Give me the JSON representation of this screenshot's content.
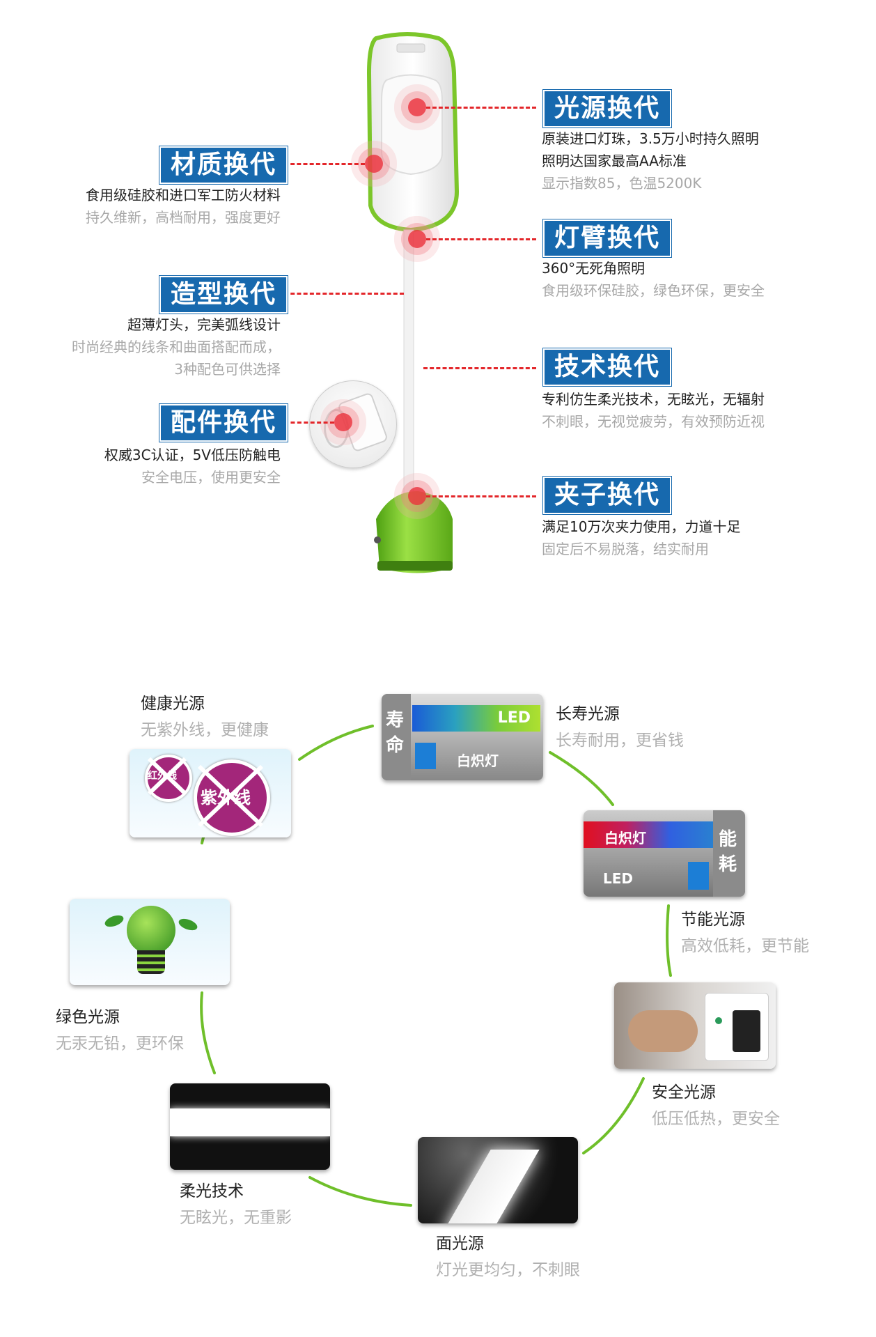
{
  "features": [
    {
      "title": "光源换代",
      "line1": "原装进口灯珠，3.5万小时持久照明",
      "line2": "照明达国家最高AA标准",
      "line3": "显示指数85，色温5200K"
    },
    {
      "title": "材质换代",
      "line1": "食用级硅胶和进口军工防火材料",
      "line2": "持久维新，高档耐用，强度更好"
    },
    {
      "title": "灯臂换代",
      "line1": "360°无死角照明",
      "line2": "食用级环保硅胶，绿色环保，更安全"
    },
    {
      "title": "造型换代",
      "line1": "超薄灯头，完美弧线设计",
      "line2": "时尚经典的线条和曲面搭配而成，",
      "line3": "3种配色可供选择"
    },
    {
      "title": "技术换代",
      "line1": "专利仿生柔光技术，无眩光，无辐射",
      "line2": "不刺眼，无视觉疲劳，有效预防近视"
    },
    {
      "title": "配件换代",
      "line1": "权威3C认证，5V低压防触电",
      "line2": "安全电压，使用更安全"
    },
    {
      "title": "夹子换代",
      "line1": "满足10万次夹力使用，力道十足",
      "line2": "固定后不易脱落，结实耐用"
    }
  ],
  "cycle": [
    {
      "title": "健康光源",
      "sub": "无紫外线，更健康"
    },
    {
      "title": "长寿光源",
      "sub": "长寿耐用，更省钱"
    },
    {
      "title": "节能光源",
      "sub": "高效低耗，更节能"
    },
    {
      "title": "安全光源",
      "sub": "低压低热，更安全"
    },
    {
      "title": "面光源",
      "sub": "灯光更均匀，不刺眼"
    },
    {
      "title": "柔光技术",
      "sub": "无眩光，无重影"
    },
    {
      "title": "绿色光源",
      "sub": "无汞无铅，更环保"
    }
  ],
  "tiles": {
    "health_labels": [
      "红外线",
      "紫外线"
    ],
    "life_side": "寿命",
    "life_led": "LED",
    "life_bulb": "白炽灯",
    "energy_side": "能耗",
    "energy_bulb": "白炽灯",
    "energy_led": "LED"
  },
  "colors": {
    "badge": "#1769ae",
    "dash": "#e3262a",
    "lamp_green": "#7cc62a",
    "arc": "#6fbf2a"
  }
}
